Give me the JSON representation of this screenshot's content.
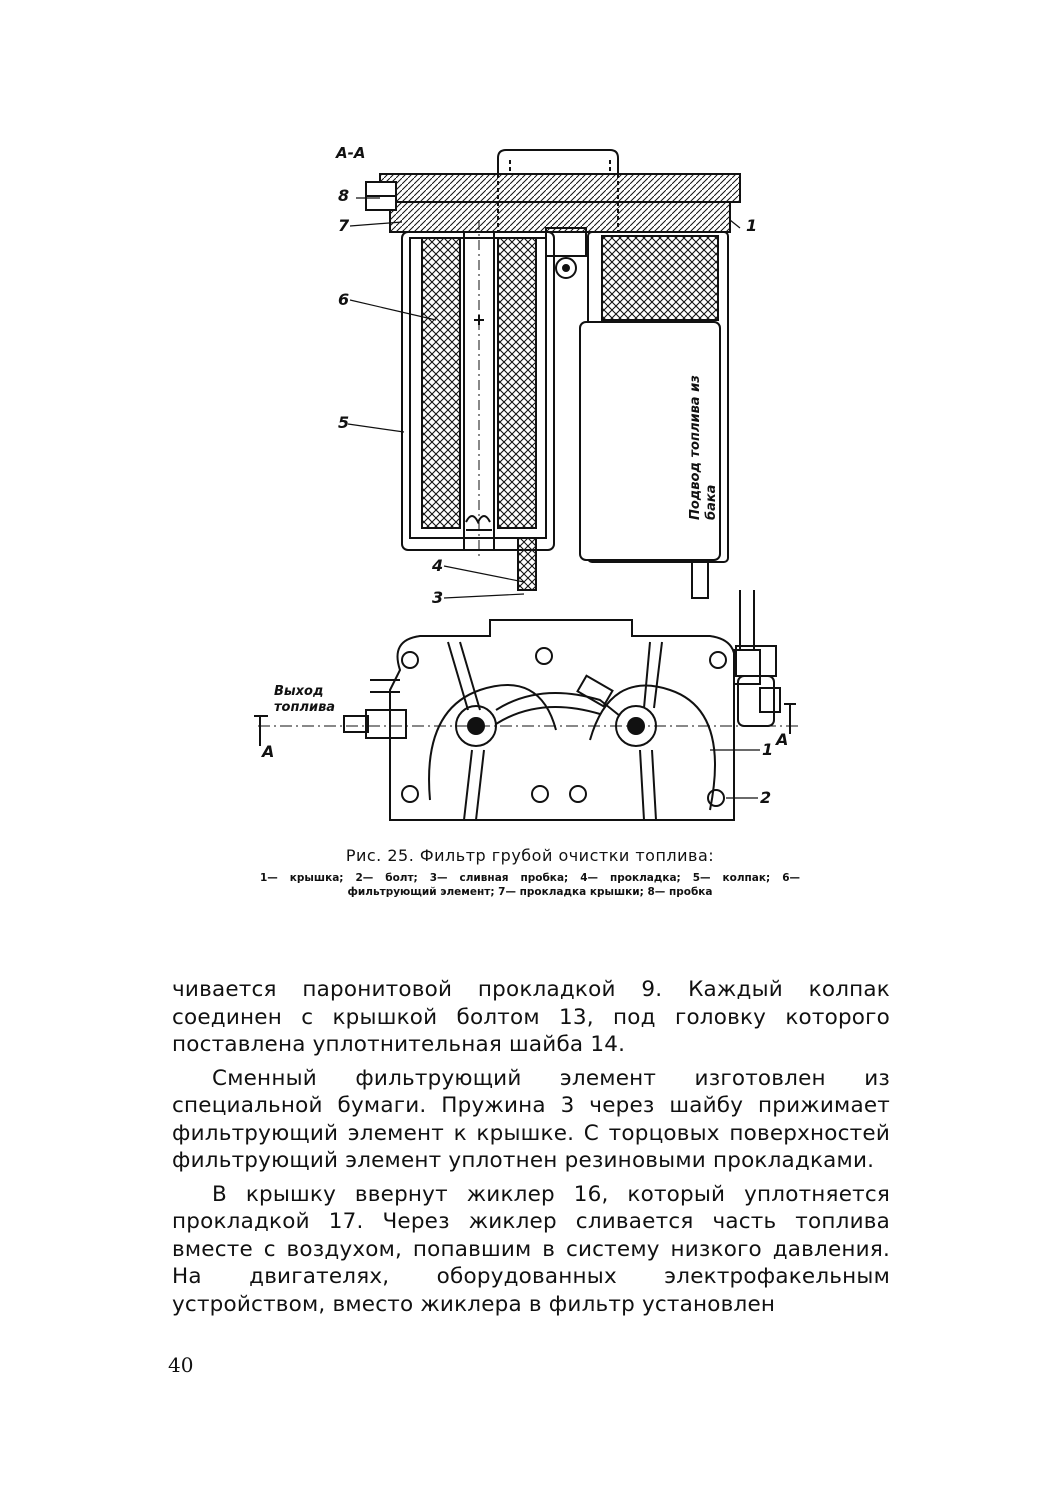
{
  "figure": {
    "section_label": "А-А",
    "part_numbers": [
      "8",
      "7",
      "6",
      "5",
      "4",
      "3",
      "1",
      "2"
    ],
    "side_labels": [
      "Подвод топлива из бака",
      "Выход топлива"
    ],
    "section_marks": [
      "А",
      "А"
    ]
  },
  "caption": {
    "title": "Рис. 25. Фильтр грубой очистки топлива:",
    "legend": "1— крышка; 2— болт; 3— сливная пробка; 4— прокладка; 5— колпак; 6— фильтрующий элемент; 7— прокладка крышки; 8— пробка"
  },
  "body": {
    "paragraphs": [
      "чивается паронитовой прокладкой 9. Каждый колпак соединен с крышкой болтом 13, под головку которого поставлена уплотнительная шайба 14.",
      "Сменный фильтрующий элемент изготовлен из специальной бумаги. Пружина 3 через шайбу прижимает фильтрующий элемент к крышке. С торцовых поверхностей фильтрующий элемент уплотнен резиновыми прокладками.",
      "В крышку ввернут жиклер 16, который уплотняется прокладкой 17. Через жиклер сливается часть топлива вместе с воздухом, попавшим в систему низкого давления. На двигателях, оборудованных электрофакельным устройством, вместо жиклера в фильтр установлен"
    ]
  },
  "page_number": "40"
}
